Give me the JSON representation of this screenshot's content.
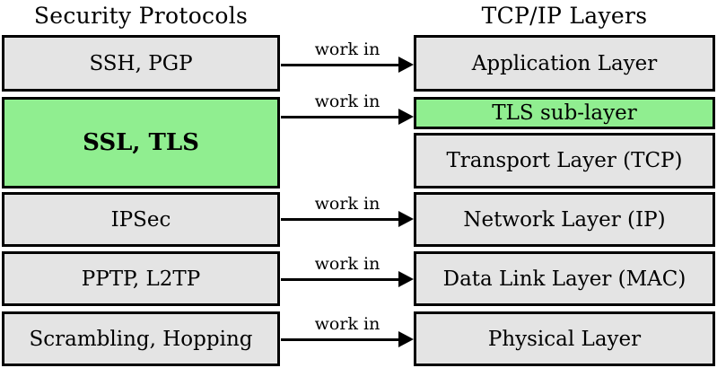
{
  "titles": {
    "left": "Security Protocols",
    "right": "TCP/IP Layers"
  },
  "left_boxes": [
    {
      "label": "SSH, PGP",
      "variant": "gray"
    },
    {
      "label": "SSL, TLS",
      "variant": "green-bold"
    },
    {
      "label": "IPSec",
      "variant": "gray"
    },
    {
      "label": "PPTP, L2TP",
      "variant": "gray"
    },
    {
      "label": "Scrambling, Hopping",
      "variant": "gray"
    }
  ],
  "right_boxes": [
    {
      "label": "Application Layer",
      "variant": "gray"
    },
    {
      "label": "TLS sub-layer",
      "variant": "green"
    },
    {
      "label": "Transport Layer (TCP)",
      "variant": "gray"
    },
    {
      "label": "Network Layer (IP)",
      "variant": "gray"
    },
    {
      "label": "Data Link Layer (MAC)",
      "variant": "gray"
    },
    {
      "label": "Physical Layer",
      "variant": "gray"
    }
  ],
  "connections": [
    {
      "label": "work in",
      "from": "SSH, PGP",
      "to": "Application Layer"
    },
    {
      "label": "work in",
      "from": "SSL, TLS",
      "to": "TLS sub-layer"
    },
    {
      "label": "work in",
      "from": "IPSec",
      "to": "Network Layer (IP)"
    },
    {
      "label": "work in",
      "from": "PPTP, L2TP",
      "to": "Data Link Layer (MAC)"
    },
    {
      "label": "work in",
      "from": "Scrambling, Hopping",
      "to": "Physical Layer"
    }
  ],
  "colors": {
    "box_gray": "#e4e4e4",
    "box_green": "#90ee90",
    "border": "#000000",
    "background": "#ffffff",
    "text": "#000000"
  }
}
